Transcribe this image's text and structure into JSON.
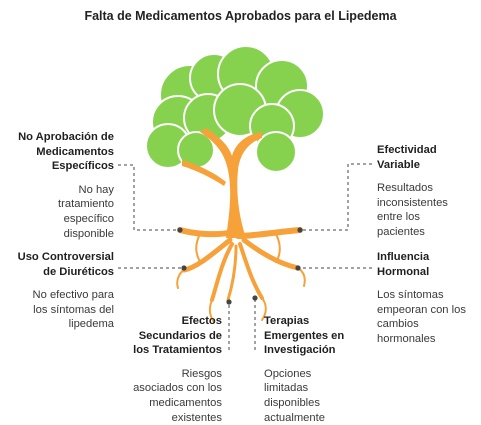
{
  "title": "Falta de Medicamentos Aprobados para el Lipedema",
  "colors": {
    "leaves": "#86d24f",
    "leaves_outline": "#ffffff",
    "trunk": "#f7a13a",
    "connector": "#444444"
  },
  "items": {
    "no_aprobacion": {
      "heading": [
        "No Aprobación de",
        "Medicamentos",
        "Específicos"
      ],
      "desc": [
        "No hay",
        "tratamiento",
        "específico",
        "disponible"
      ]
    },
    "diureticos": {
      "heading": [
        "Uso Controversial",
        "de Diuréticos"
      ],
      "desc": [
        "No efectivo para",
        "los síntomas del",
        "lipedema"
      ]
    },
    "efectos": {
      "heading": [
        "Efectos",
        "Secundarios de",
        "los Tratamientos"
      ],
      "desc": [
        "Riesgos",
        "asociados con los",
        "medicamentos",
        "existentes"
      ]
    },
    "terapias": {
      "heading": [
        "Terapias",
        "Emergentes en",
        "Investigación"
      ],
      "desc": [
        "Opciones",
        "limitadas",
        "disponibles",
        "actualmente"
      ]
    },
    "efectividad": {
      "heading": [
        "Efectividad",
        "Variable"
      ],
      "desc": [
        "Resultados",
        "inconsistentes",
        "entre los",
        "pacientes"
      ]
    },
    "influencia": {
      "heading": [
        "Influencia",
        "Hormonal"
      ],
      "desc": [
        "Los síntomas",
        "empeoran con los",
        "cambios",
        "hormonales"
      ]
    }
  }
}
